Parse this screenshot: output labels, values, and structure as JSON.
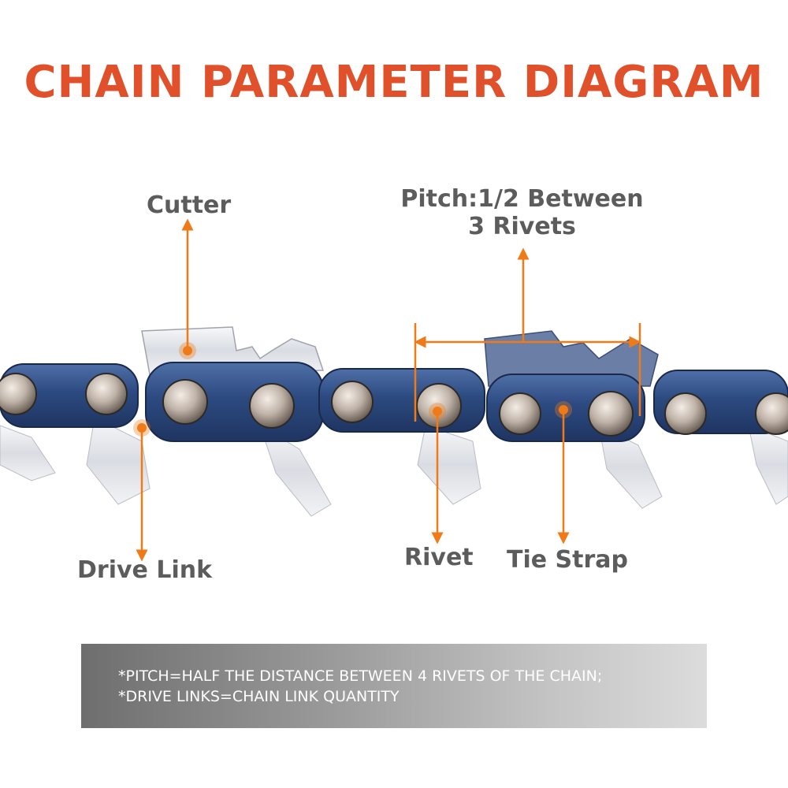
{
  "title": "CHAIN PARAMETER DIAGRAM",
  "labels": {
    "cutter": "Cutter",
    "pitch_line1": "Pitch:1/2 Between",
    "pitch_line2": "3 Rivets",
    "drive_link": "Drive Link",
    "rivet": "Rivet",
    "tie_strap": "Tie Strap"
  },
  "notes": [
    "*PITCH=HALF THE DISTANCE BETWEEN 4 RIVETS OF THE CHAIN;",
    "*DRIVE LINKS=CHAIN LINK QUANTITY"
  ],
  "colors": {
    "title": "#e0502a",
    "label": "#5c5c5c",
    "arrow": "#f07a18",
    "link_blue": "#2f4f86",
    "steel": "#e4e6ea"
  }
}
